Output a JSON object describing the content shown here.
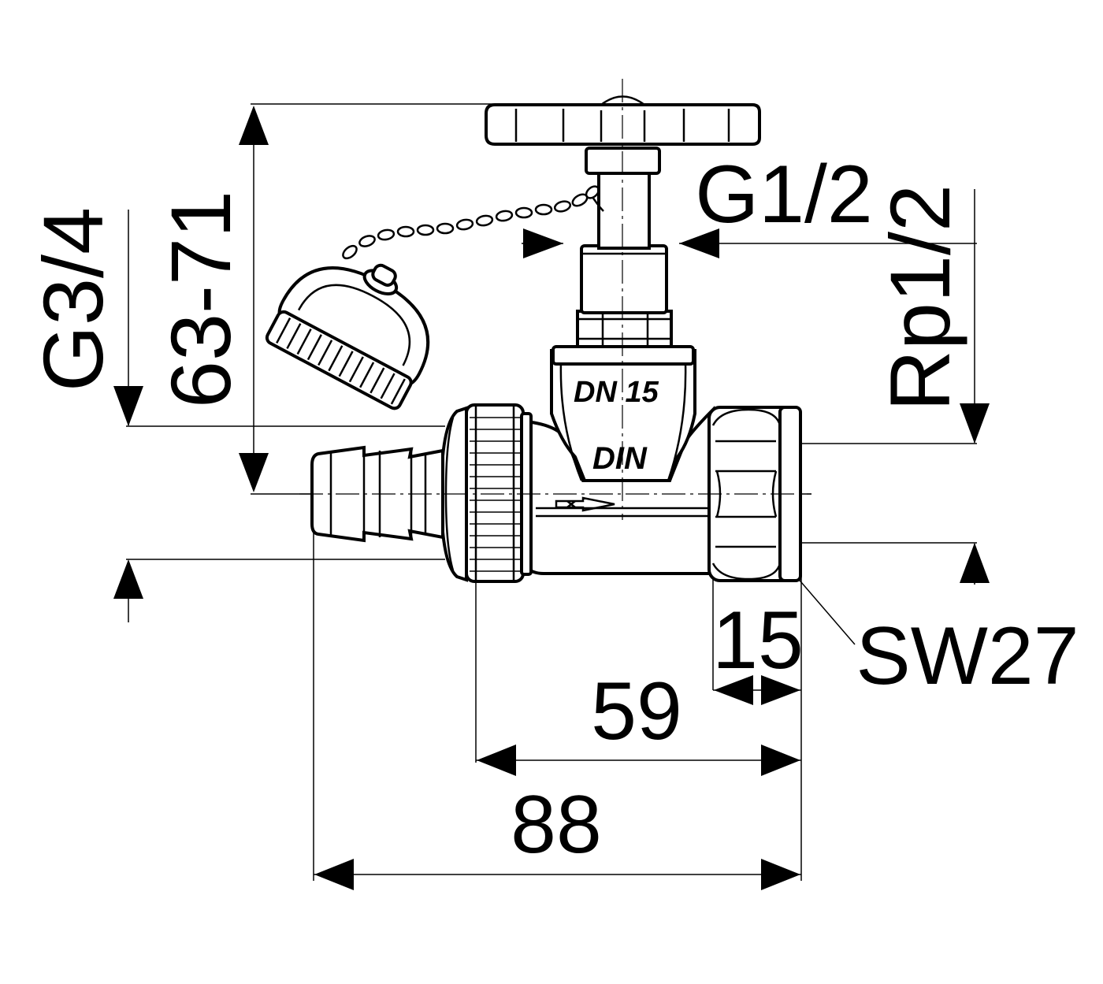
{
  "dimensions": {
    "g34": "G3/4",
    "range": "63-71",
    "g12": "G1/2",
    "rp12": "Rp1/2",
    "d15": "15",
    "sw27": "SW27",
    "d59": "59",
    "d88": "88"
  },
  "stamps": {
    "dn": "DN 15",
    "din": "DIN"
  }
}
